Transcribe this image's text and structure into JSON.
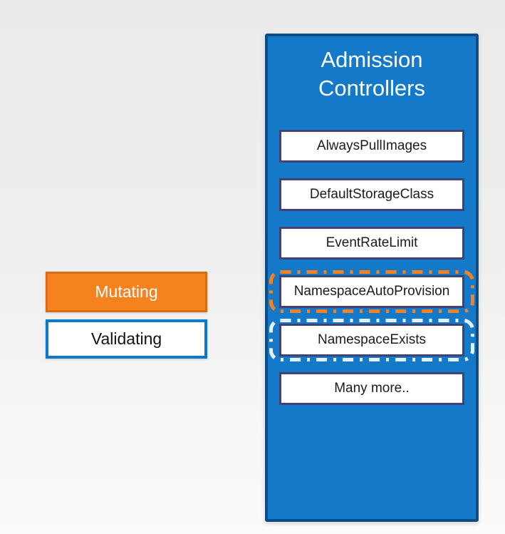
{
  "colors": {
    "background_top": "#ebebeb",
    "background_bottom": "#fbfbfb",
    "panel_fill": "#1379c8",
    "panel_border": "#0e4d84",
    "controller_box_border": "#3f4273",
    "controller_box_fill": "#ffffff",
    "controller_text": "#1b1b1b",
    "title_text": "#ffffff",
    "mutating_fill": "#f5821f",
    "mutating_border": "#d96d12",
    "mutating_dash_outline": "#f58220",
    "validating_border": "#1078c8",
    "validating_dash_outline": "#e6f2fb"
  },
  "panel": {
    "title": "Admission Controllers",
    "controllers": [
      {
        "label": "AlwaysPullImages",
        "highlight": "none"
      },
      {
        "label": "DefaultStorageClass",
        "highlight": "none"
      },
      {
        "label": "EventRateLimit",
        "highlight": "none"
      },
      {
        "label": "NamespaceAutoProvision",
        "highlight": "mutating"
      },
      {
        "label": "NamespaceExists",
        "highlight": "validating"
      },
      {
        "label": "Many more..",
        "highlight": "none"
      }
    ]
  },
  "legend": {
    "mutating_label": "Mutating",
    "validating_label": "Validating"
  }
}
